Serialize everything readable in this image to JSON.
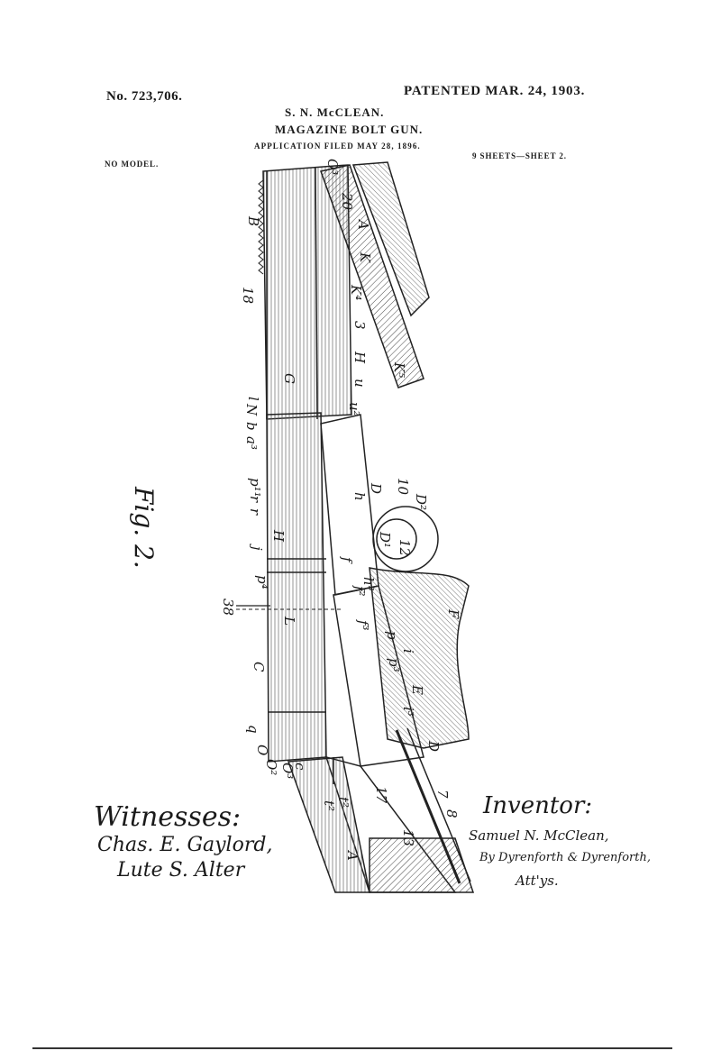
{
  "header": {
    "patent_number": "No. 723,706.",
    "patented": "PATENTED MAR. 24, 1903.",
    "inventor_name": "S. N. McCLEAN.",
    "title": "MAGAZINE BOLT GUN.",
    "application_filed": "APPLICATION FILED MAY 28, 1896.",
    "sheet_info": "9 SHEETS—SHEET 2.",
    "model_note": "NO MODEL."
  },
  "figure": {
    "label": "Fig. 2.",
    "section_label": "38",
    "reference_letters": [
      "B",
      "18",
      "G",
      "N",
      "l",
      "b",
      "a³",
      "p¹¹",
      "r",
      "r",
      "j",
      "H",
      "p⁴",
      "C",
      "L",
      "q",
      "O",
      "O²",
      "O³",
      "c",
      "t²",
      "O³",
      "20",
      "A",
      "K",
      "K⁴",
      "3",
      "H",
      "u",
      "u²",
      "K⁵",
      "D",
      "D¹",
      "D²",
      "10",
      "12",
      "h",
      "h³",
      "E",
      "F",
      "f",
      "f²",
      "f³",
      "p",
      "p³",
      "i",
      "i³",
      "D",
      "17",
      "7",
      "8",
      "13",
      "A",
      "t²"
    ]
  },
  "signatures": {
    "witnesses_label": "Witnesses:",
    "witness_1": "Chas. E. Gaylord,",
    "witness_2": "Lute S. Alter",
    "inventor_label": "Inventor:",
    "inventor_signature": "Samuel N. McClean,",
    "attorneys_by": "By Dyrenforth & Dyrenforth,",
    "attorneys_label": "Att'ys."
  }
}
